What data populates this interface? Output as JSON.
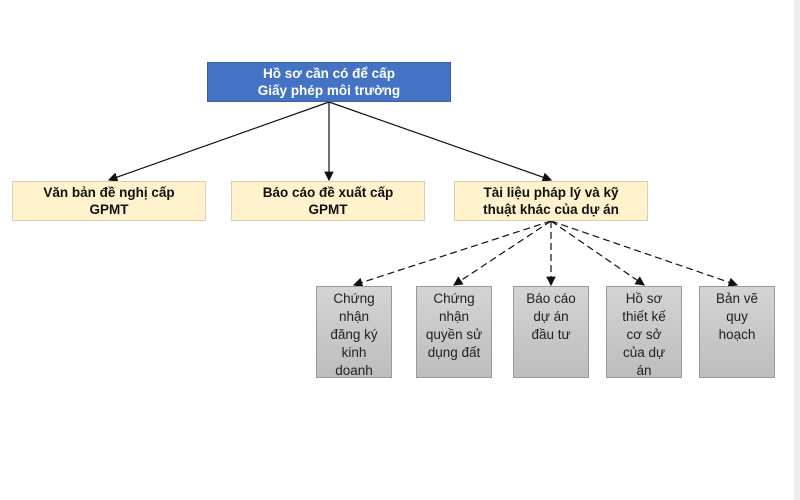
{
  "root": {
    "label": "Hồ sơ cần có để cấp\nGiấy phép môi trường",
    "color": "#4472c4"
  },
  "level2": [
    {
      "label": "Văn bản đề nghị cấp\nGPMT"
    },
    {
      "label": "Báo cáo đề xuất cấp\nGPMT"
    },
    {
      "label": "Tài liệu pháp lý và kỹ\nthuật khác của dự án"
    }
  ],
  "level3": [
    {
      "label": "Chứng\nnhận\nđăng ký\nkinh\ndoanh"
    },
    {
      "label": "Chứng\nnhận\nquyền sử\ndụng đất"
    },
    {
      "label": "Báo cáo\ndự án\nđầu tư"
    },
    {
      "label": "Hồ sơ\nthiết kế\ncơ sở\ncủa dự\nán"
    },
    {
      "label": "Bản vẽ\nquy\nhoạch"
    }
  ]
}
